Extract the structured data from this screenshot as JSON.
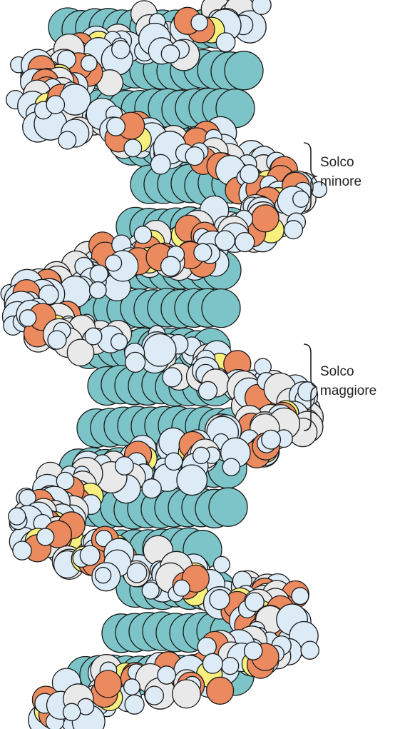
{
  "figure": {
    "labels": {
      "minor_groove": [
        "Solco",
        "minore"
      ],
      "major_groove": [
        "Solco",
        "maggiore"
      ]
    }
  },
  "colors": {
    "base_pair_teal": "#7cc4c7",
    "oxygen_orange": "#ec8a5f",
    "phosphorus_yellow": "#f7f07e",
    "hydrogen_lightblue": "#dcebf6",
    "carbon_lightgray": "#e9e9e9",
    "outline": "#1a1a1a"
  }
}
